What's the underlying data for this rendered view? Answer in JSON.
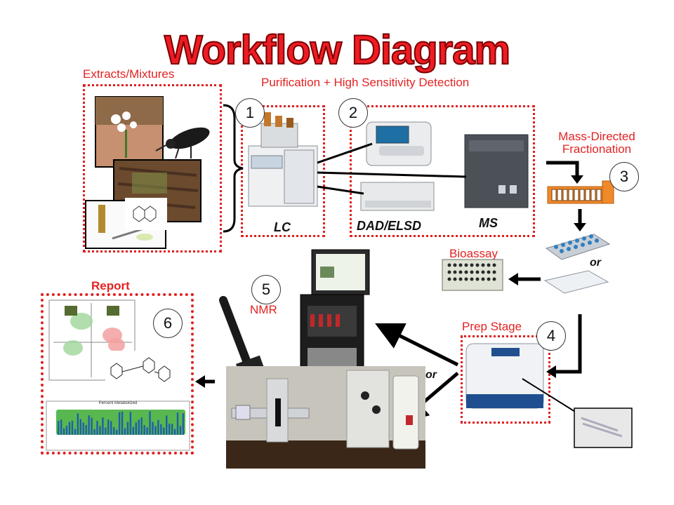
{
  "title": "Workflow Diagram",
  "sections": {
    "extracts": "Extracts/Mixtures",
    "purification": "Purification + High Sensitivity Detection",
    "mass_directed_line1": "Mass-Directed",
    "mass_directed_line2": "Fractionation",
    "bioassay": "Bioassay",
    "prep_stage": "Prep Stage",
    "nmr": "NMR",
    "report": "Report"
  },
  "steps": [
    "1",
    "2",
    "3",
    "4",
    "5",
    "6"
  ],
  "instruments": {
    "lc": "LC",
    "dad_elsd": "DAD/ELSD",
    "ms": "MS"
  },
  "connectors": {
    "or_fraction": "or",
    "or_prep": "or"
  },
  "report_chart": {
    "title": "Percent Metabolized"
  },
  "colors": {
    "title_red": "#ee1c24",
    "box_border": "#e02020",
    "label_red": "#e32222",
    "plate_orange": "#f0892a",
    "bar_green": "#3d9b3d"
  }
}
